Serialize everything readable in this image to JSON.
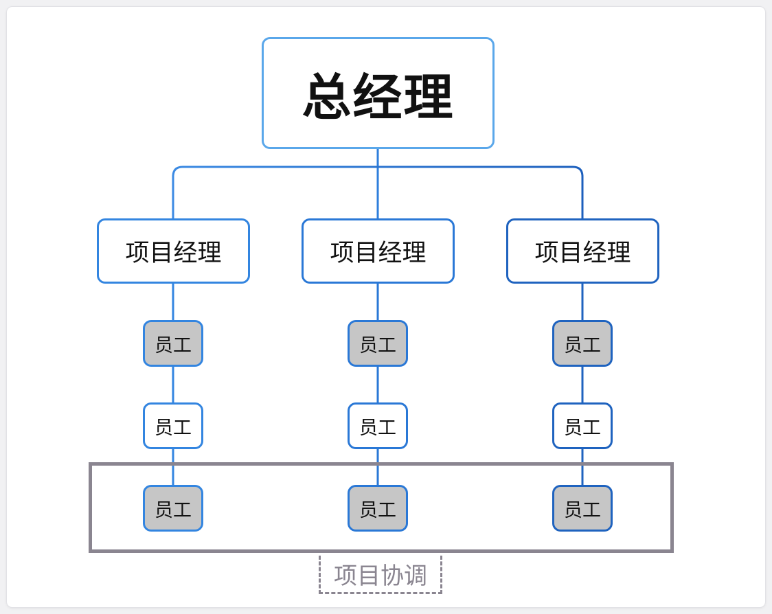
{
  "ceo": {
    "label": "总经理"
  },
  "project_managers": [
    {
      "label": "项目经理"
    },
    {
      "label": "项目经理"
    },
    {
      "label": "项目经理"
    }
  ],
  "employees": [
    [
      {
        "label": "员工"
      },
      {
        "label": "员工"
      },
      {
        "label": "员工"
      }
    ],
    [
      {
        "label": "员工"
      },
      {
        "label": "员工"
      },
      {
        "label": "员工"
      }
    ],
    [
      {
        "label": "员工"
      },
      {
        "label": "员工"
      },
      {
        "label": "员工"
      }
    ]
  ],
  "coordination": {
    "label": "项目协调"
  },
  "colors": {
    "ceo_border": "#5aa7ea",
    "connector": "#2f7fdc",
    "employee_fill_gray": "#c6c6c6",
    "coordination_frame": "#8a8590"
  }
}
